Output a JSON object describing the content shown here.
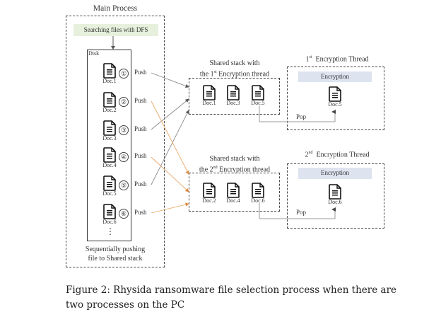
{
  "main_process": {
    "title": "Main Process",
    "search_box": "Searching files with DFS",
    "disk_label": "Disk",
    "docs": [
      {
        "name": "Doc.1",
        "index": "①",
        "action": "Push"
      },
      {
        "name": "Doc.2",
        "index": "②",
        "action": "Push"
      },
      {
        "name": "Doc.3",
        "index": "③",
        "action": "Push"
      },
      {
        "name": "Doc.4",
        "index": "④",
        "action": "Push"
      },
      {
        "name": "Doc.5",
        "index": "⑤",
        "action": "Push"
      },
      {
        "name": "Doc.6",
        "index": "⑥",
        "action": "Push"
      }
    ],
    "ellipsis": "⋮",
    "footer_line1": "Sequentially pushing",
    "footer_line2": "file to Shared stack"
  },
  "stack1": {
    "title_line1": "Shared stack with",
    "title_pre": "the 1",
    "title_sup": "st",
    "title_post": " Encryption thread",
    "docs": [
      "Doc.1",
      "Doc.3",
      "Doc.5"
    ]
  },
  "stack2": {
    "title_line1": "Shared stack with",
    "title_pre": "the 2",
    "title_sup": "nd",
    "title_post": " Encryption thread",
    "docs": [
      "Doc.2",
      "Doc.4",
      "Doc.6"
    ]
  },
  "thread1": {
    "title_pre": "1",
    "title_sup": "st",
    "title_post": "  Encryption Thread",
    "bar": "Encryption",
    "doc": "Doc.5",
    "pop": "Pop"
  },
  "thread2": {
    "title_pre": "2",
    "title_sup": "nd",
    "title_post": "  Encryption Thread",
    "bar": "Encryption",
    "doc": "Doc.6",
    "pop": "Pop"
  },
  "colors": {
    "thread1_arrow": "#8a8a8a",
    "thread2_arrow": "#e8a86a",
    "search_box_bg": "#e6f0dc",
    "encryption_bar_bg": "#dde4f0"
  },
  "caption": {
    "line1": "Figure 2: Rhysida ransomware file selection process when there are",
    "line2": "two processes on the PC"
  }
}
